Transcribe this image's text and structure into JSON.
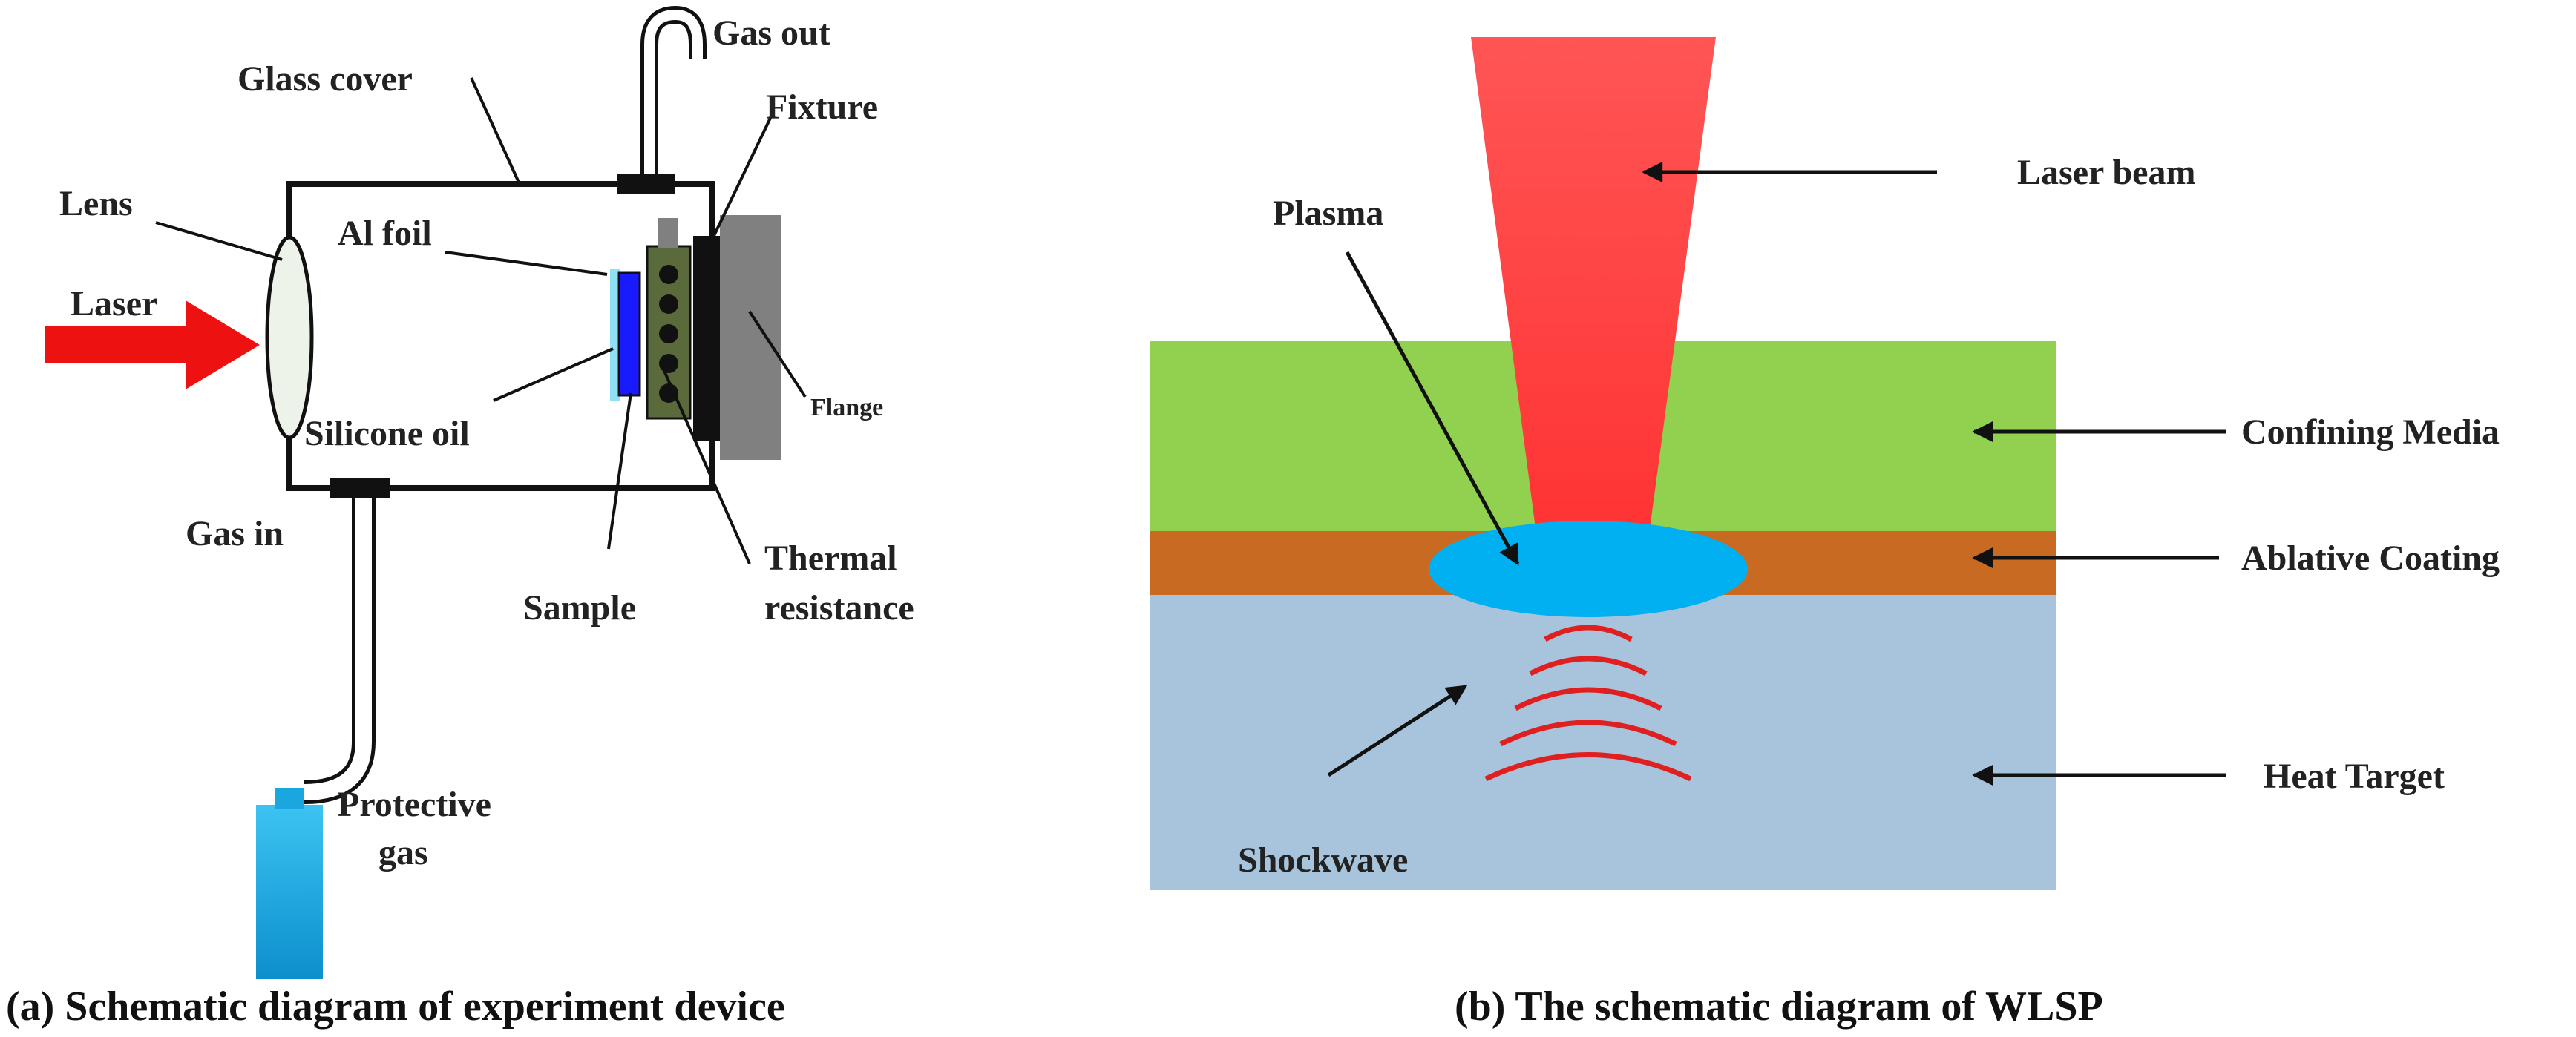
{
  "panel_a": {
    "caption": "(a)  Schematic diagram of experiment device",
    "labels": {
      "gas_out": "Gas out",
      "glass_cover": "Glass cover",
      "fixture": "Fixture",
      "lens": "Lens",
      "al_foil": "Al foil",
      "laser": "Laser",
      "silicone_oil": "Silicone oil",
      "flange": "Flange",
      "gas_in": "Gas in",
      "sample": "Sample",
      "thermal_line1": "Thermal",
      "thermal_line2": "resistance",
      "protective_line1": "Protective",
      "protective_line2": "gas"
    }
  },
  "panel_b": {
    "caption": "(b)  The schematic diagram of WLSP",
    "labels": {
      "laser_beam": "Laser beam",
      "plasma": "Plasma",
      "confining_media": "Confining Media",
      "ablative_coating": "Ablative Coating",
      "heat_target": "Heat Target",
      "shockwave": "Shockwave"
    }
  },
  "colors": {
    "laser_arrow": "#ee1111",
    "laser_beam": "#ff4444",
    "confining_media": "#92d050",
    "ablative_coating": "#c96a22",
    "heat_target": "#a8c4dd",
    "plasma": "#00b0f0",
    "shockwave": "#e02020",
    "gas_cylinder": "#1aa7e0",
    "sample": "#1a1aff",
    "silicone_oil": "#8fe0f5",
    "fixture_block": "#5b6a3a",
    "flange": "#808080"
  }
}
